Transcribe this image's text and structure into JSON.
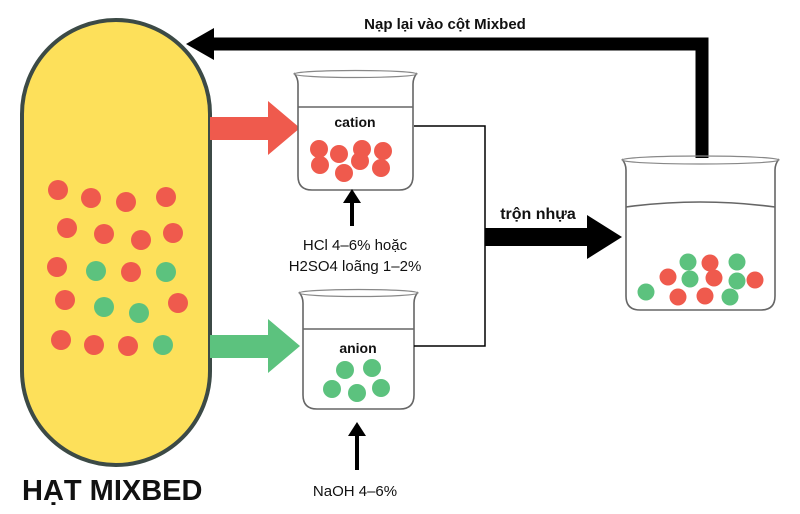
{
  "colors": {
    "column_fill": "#fde05a",
    "column_stroke": "#3c4a46",
    "cation_bead": "#ef5a4d",
    "anion_bead": "#5cc27e",
    "cation_arrow": "#ef5a4d",
    "anion_arrow": "#5cc27e",
    "line": "#000000"
  },
  "column": {
    "title": "HẠT MIXBED",
    "beads": [
      {
        "type": "cation"
      },
      {
        "type": "cation"
      },
      {
        "type": "cation"
      },
      {
        "type": "cation"
      },
      {
        "type": "cation"
      },
      {
        "type": "cation"
      },
      {
        "type": "cation"
      },
      {
        "type": "cation"
      },
      {
        "type": "cation"
      },
      {
        "type": "anion"
      },
      {
        "type": "cation"
      },
      {
        "type": "anion"
      },
      {
        "type": "cation"
      },
      {
        "type": "anion"
      },
      {
        "type": "anion"
      },
      {
        "type": "cation"
      },
      {
        "type": "cation"
      },
      {
        "type": "cation"
      },
      {
        "type": "cation"
      },
      {
        "type": "anion"
      }
    ]
  },
  "cation_beaker": {
    "label": "cation",
    "reagent_line1": "HCl 4–6% hoặc",
    "reagent_line2": "H2SO4 loãng 1–2%",
    "bead_count": 8
  },
  "anion_beaker": {
    "label": "anion",
    "reagent": "NaOH 4–6%",
    "bead_count": 5
  },
  "mix": {
    "label": "trộn nhựa",
    "bead_count": 12
  },
  "return_label": "Nạp lại vào cột Mixbed"
}
